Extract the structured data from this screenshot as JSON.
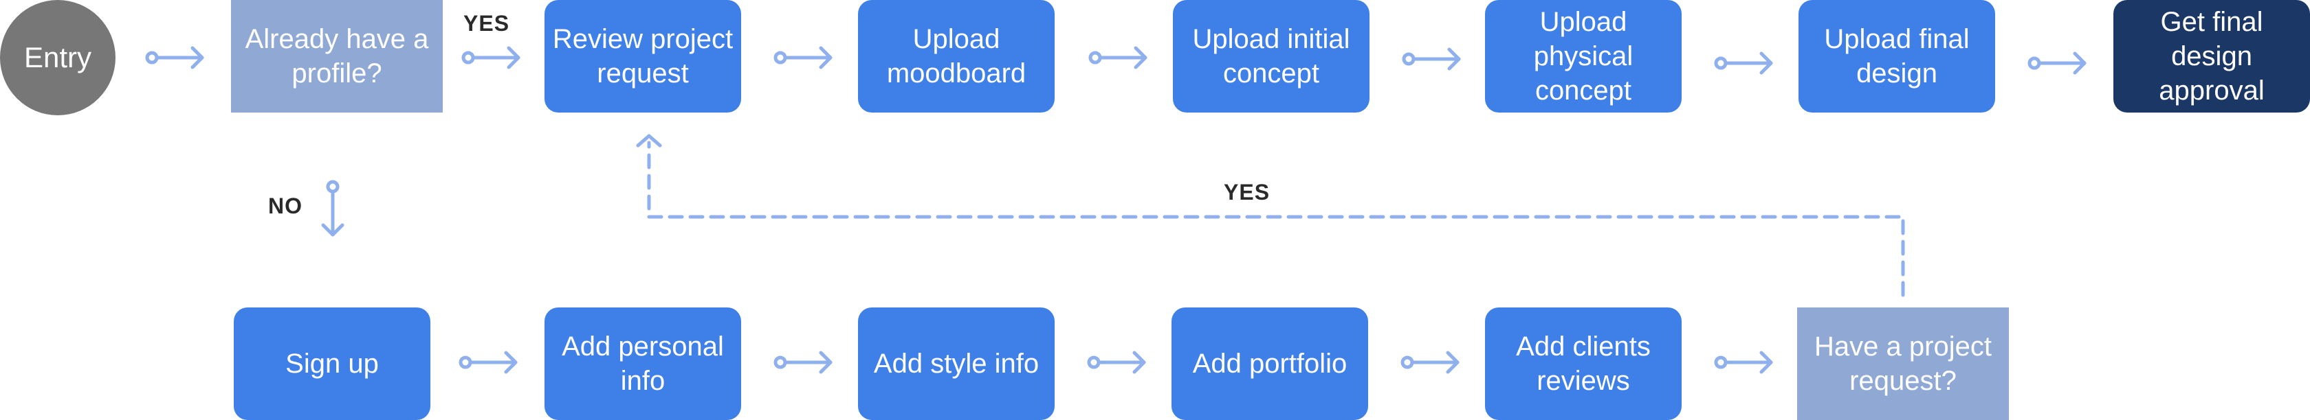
{
  "nodes": {
    "entry": "Entry",
    "already_have_profile": "Already have a profile?",
    "review_project_request": "Review project request",
    "upload_moodboard": "Upload moodboard",
    "upload_initial_concept": "Upload initial concept",
    "upload_physical_concept": "Upload physical concept",
    "upload_final_design": "Upload final design",
    "get_final_design_approval": "Get final design approval",
    "sign_up": "Sign up",
    "add_personal_info": "Add personal info",
    "add_style_info": "Add style info",
    "add_portfolio": "Add portfolio",
    "add_clients_reviews": "Add clients reviews",
    "have_project_request": "Have a project request?"
  },
  "labels": {
    "yes_top": "YES",
    "no": "NO",
    "yes_loop": "YES"
  },
  "colors": {
    "process": "#3f7fe8",
    "decision": "#90a8d4",
    "final": "#1b3766",
    "entry": "#777777",
    "connector": "#8fb0ec"
  }
}
